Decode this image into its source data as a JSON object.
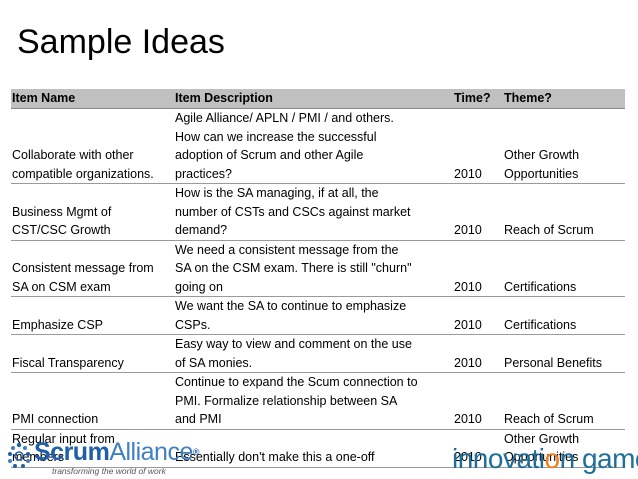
{
  "slide": {
    "title": "Sample Ideas"
  },
  "table": {
    "headers": [
      "Item Name",
      "Item Description",
      "Time?",
      "Theme?"
    ],
    "rows": [
      {
        "name": [
          "",
          "",
          "Collaborate with other",
          "compatible organizations."
        ],
        "desc": [
          "Agile Alliance/ APLN / PMI / and others.",
          "How can we increase the successful",
          "adoption of Scrum and other Agile",
          "practices?"
        ],
        "time": "2010",
        "theme": [
          "",
          "",
          "Other Growth",
          "Opportunities"
        ]
      },
      {
        "name": [
          "",
          "Business Mgmt of",
          "CST/CSC Growth"
        ],
        "desc": [
          "How is the SA managing, if at all, the",
          "number of CSTs and CSCs against market",
          "demand?"
        ],
        "time": "2010",
        "theme": [
          "",
          "",
          "Reach of Scrum"
        ]
      },
      {
        "name": [
          "",
          "Consistent message from",
          "SA on CSM exam"
        ],
        "desc": [
          "We need a consistent message from the",
          "SA on the CSM exam. There is still \"churn\"",
          "going on"
        ],
        "time": "2010",
        "theme": [
          "",
          "",
          "Certifications"
        ]
      },
      {
        "name": [
          "",
          "Emphasize CSP"
        ],
        "desc": [
          "We want the SA to continue to emphasize",
          "CSPs."
        ],
        "time": "2010",
        "theme": [
          "",
          "Certifications"
        ]
      },
      {
        "name": [
          "",
          "Fiscal Transparency"
        ],
        "desc": [
          "Easy way to view and comment on the use",
          "of SA monies."
        ],
        "time": "2010",
        "theme": [
          "",
          "Personal Benefits"
        ]
      },
      {
        "name": [
          "",
          "",
          "PMI connection"
        ],
        "desc": [
          "Continue to expand the Scum connection to",
          "PMI.  Formalize relationship between SA",
          "and PMI"
        ],
        "time": "2010",
        "theme": [
          "",
          "",
          "Reach of Scrum"
        ]
      },
      {
        "name": [
          "Regular input from",
          "members"
        ],
        "desc": [
          "",
          "Essentially don't make this a one-off"
        ],
        "time": "2010",
        "theme": [
          "Other Growth",
          "Opportunities"
        ]
      }
    ]
  },
  "footer": {
    "left_logo": {
      "brand_a": "Scrum",
      "brand_b": "Alliance",
      "reg": "®",
      "tagline": "transforming the world of work"
    },
    "right_logo": {
      "part1": "innovati",
      "accent": "o",
      "part2": "n games"
    }
  },
  "colors": {
    "header_bg": "#c0c0c0",
    "sa_blue": "#1f5fa8",
    "ig_blue": "#1f6f9a",
    "ig_orange": "#f07f1e"
  }
}
